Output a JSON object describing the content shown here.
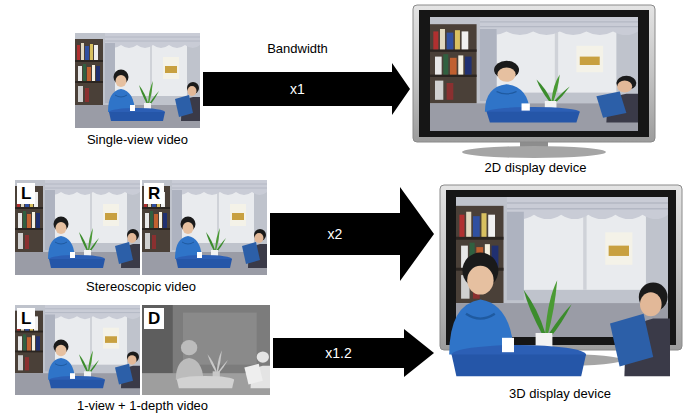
{
  "diagram": {
    "nodes": [
      {
        "text": [
          "Single-view video"
        ]
      },
      {
        "text": [
          "2D display device"
        ]
      },
      {
        "text": [
          "Stereoscopic video"
        ]
      },
      {
        "text": [
          "L"
        ],
        "in": 2
      },
      {
        "text": [
          "R"
        ],
        "in": 2
      },
      {
        "text": [
          "3D display device"
        ]
      },
      {
        "text": [
          "1-view + 1-depth video"
        ]
      },
      {
        "text": [
          "L"
        ],
        "in": 6
      },
      {
        "text": [
          "D"
        ],
        "in": 6
      }
    ],
    "edges": [
      {
        "from": 0,
        "to": 1,
        "arrow": "to",
        "label": "x1"
      },
      {
        "from": 2,
        "to": 5,
        "arrow": "to",
        "label": "x2"
      },
      {
        "from": 6,
        "to": 5,
        "arrow": "to",
        "label": "x1.2"
      }
    ],
    "labels": [
      "Bandwidth"
    ]
  }
}
